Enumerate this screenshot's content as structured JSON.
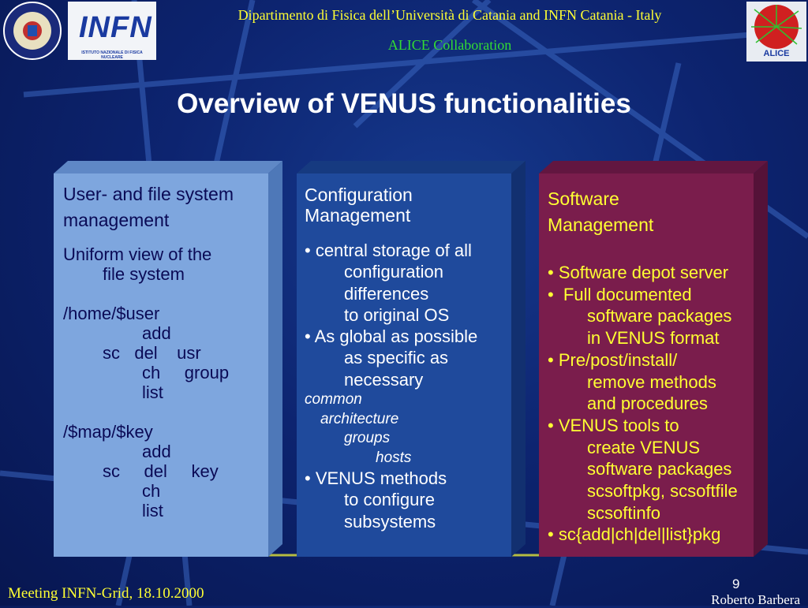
{
  "header": {
    "department": "Dipartimento di Fisica dell’Università di Catania and INFN Catania - Italy",
    "collaboration": "ALICE Collaboration",
    "infn_logo_text": "INFN",
    "infn_logo_subtext": "ISTITUTO NAZIONALE DI FISICA NUCLEARE",
    "alice_logo_text": "ALICE",
    "colors": {
      "department": "#ffff33",
      "collaboration": "#33dd33"
    }
  },
  "title": "Overview of VENUS functionalities",
  "boxes": [
    {
      "color": "#7ea6de",
      "text_color": "#0a0a55",
      "heading": [
        "User- and file system",
        "management"
      ],
      "lines": [
        {
          "t": "Uniform view of the",
          "indent": 0
        },
        {
          "t": "file system",
          "indent": 1
        },
        {
          "t": "",
          "indent": 0
        },
        {
          "t": "/home/$user",
          "indent": 0
        },
        {
          "t": "add",
          "indent": 2
        },
        {
          "t": "sc   del    usr",
          "indent": 1
        },
        {
          "t": "ch     group",
          "indent": 2
        },
        {
          "t": "list",
          "indent": 2
        },
        {
          "t": "",
          "indent": 0
        },
        {
          "t": "/$map/$key",
          "indent": 0
        },
        {
          "t": "add",
          "indent": 2
        },
        {
          "t": "sc     del     key",
          "indent": 1
        },
        {
          "t": "ch",
          "indent": 2
        },
        {
          "t": "list",
          "indent": 2
        }
      ]
    },
    {
      "color": "#1f4a9c",
      "text_color": "#ffffff",
      "heading": [
        "Configuration",
        "Management"
      ],
      "lines": [
        {
          "t": "• central storage of all",
          "indent": 0
        },
        {
          "t": "configuration",
          "indent": 1
        },
        {
          "t": "differences",
          "indent": 1
        },
        {
          "t": "to original OS",
          "indent": 1
        },
        {
          "t": "• As global as possible",
          "indent": 0
        },
        {
          "t": "as specific as",
          "indent": 1
        },
        {
          "t": "necessary",
          "indent": 1
        },
        {
          "t": "common",
          "indent": 0,
          "italic": true
        },
        {
          "t": "architecture",
          "indent": 0.4,
          "italic": true
        },
        {
          "t": "groups",
          "indent": 1,
          "italic": true
        },
        {
          "t": "hosts",
          "indent": 1.8,
          "italic": true
        },
        {
          "t": "• VENUS methods",
          "indent": 0
        },
        {
          "t": "to configure",
          "indent": 1
        },
        {
          "t": "subsystems",
          "indent": 1
        }
      ]
    },
    {
      "color": "#7a1d4c",
      "text_color": "#ffff33",
      "heading": [
        "Software",
        "Management"
      ],
      "lines": [
        {
          "t": "• Software depot server",
          "indent": 0
        },
        {
          "t": "•  Full documented",
          "indent": 0
        },
        {
          "t": "software packages",
          "indent": 1
        },
        {
          "t": "in VENUS format",
          "indent": 1
        },
        {
          "t": "• Pre/post/install/",
          "indent": 0
        },
        {
          "t": "remove methods",
          "indent": 1
        },
        {
          "t": "and procedures",
          "indent": 1
        },
        {
          "t": "• VENUS tools to",
          "indent": 0
        },
        {
          "t": "create VENUS",
          "indent": 1
        },
        {
          "t": "software packages",
          "indent": 1
        },
        {
          "t": "scsoftpkg, scsoftfile",
          "indent": 1
        },
        {
          "t": "scsoftinfo",
          "indent": 1
        },
        {
          "t": "• sc{add|ch|del|list}pkg",
          "indent": 0
        }
      ]
    }
  ],
  "footer": {
    "meeting": "Meeting INFN-Grid, 18.10.2000",
    "page": "9",
    "author": "Roberto Barbera"
  }
}
